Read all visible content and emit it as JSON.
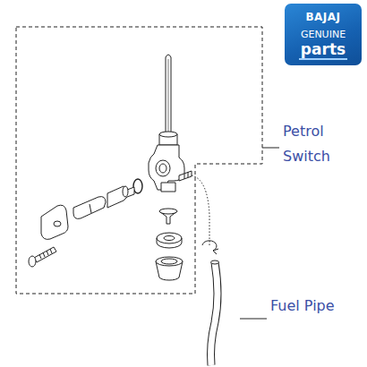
{
  "diagram": {
    "nodes": [
      {
        "text": [
          "BAJAJ",
          "GENUINE",
          "parts"
        ]
      }
    ],
    "labels": [
      "Petrol Switch",
      "Fuel Pipe"
    ]
  }
}
